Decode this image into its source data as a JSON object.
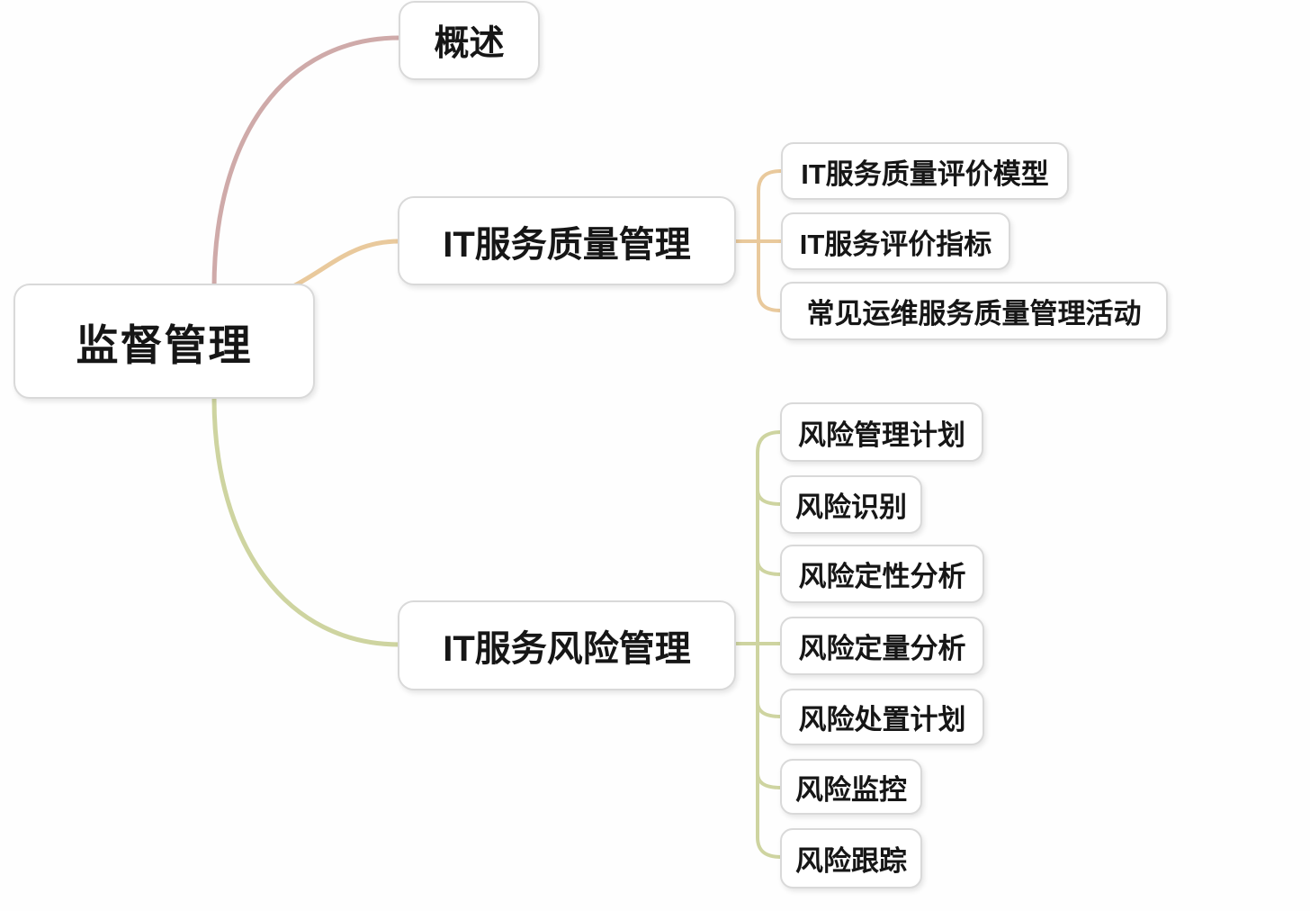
{
  "root": {
    "label": "监督管理"
  },
  "branches": {
    "overview": {
      "label": "概述",
      "children": []
    },
    "quality": {
      "label": "IT服务质量管理",
      "children": [
        {
          "label": "IT服务质量评价模型"
        },
        {
          "label": "IT服务评价指标"
        },
        {
          "label": "常见运维服务质量管理活动"
        }
      ]
    },
    "risk": {
      "label": "IT服务风险管理",
      "children": [
        {
          "label": "风险管理计划"
        },
        {
          "label": "风险识别"
        },
        {
          "label": "风险定性分析"
        },
        {
          "label": "风险定量分析"
        },
        {
          "label": "风险处置计划"
        },
        {
          "label": "风险监控"
        },
        {
          "label": "风险跟踪"
        }
      ]
    }
  },
  "colors": {
    "overview_branch": "#cfaaa9",
    "quality_branch": "#e9c99c",
    "risk_branch": "#ced4a0",
    "node_border": "#d9d9d9",
    "text": "#161616",
    "background": "#fefefe"
  }
}
